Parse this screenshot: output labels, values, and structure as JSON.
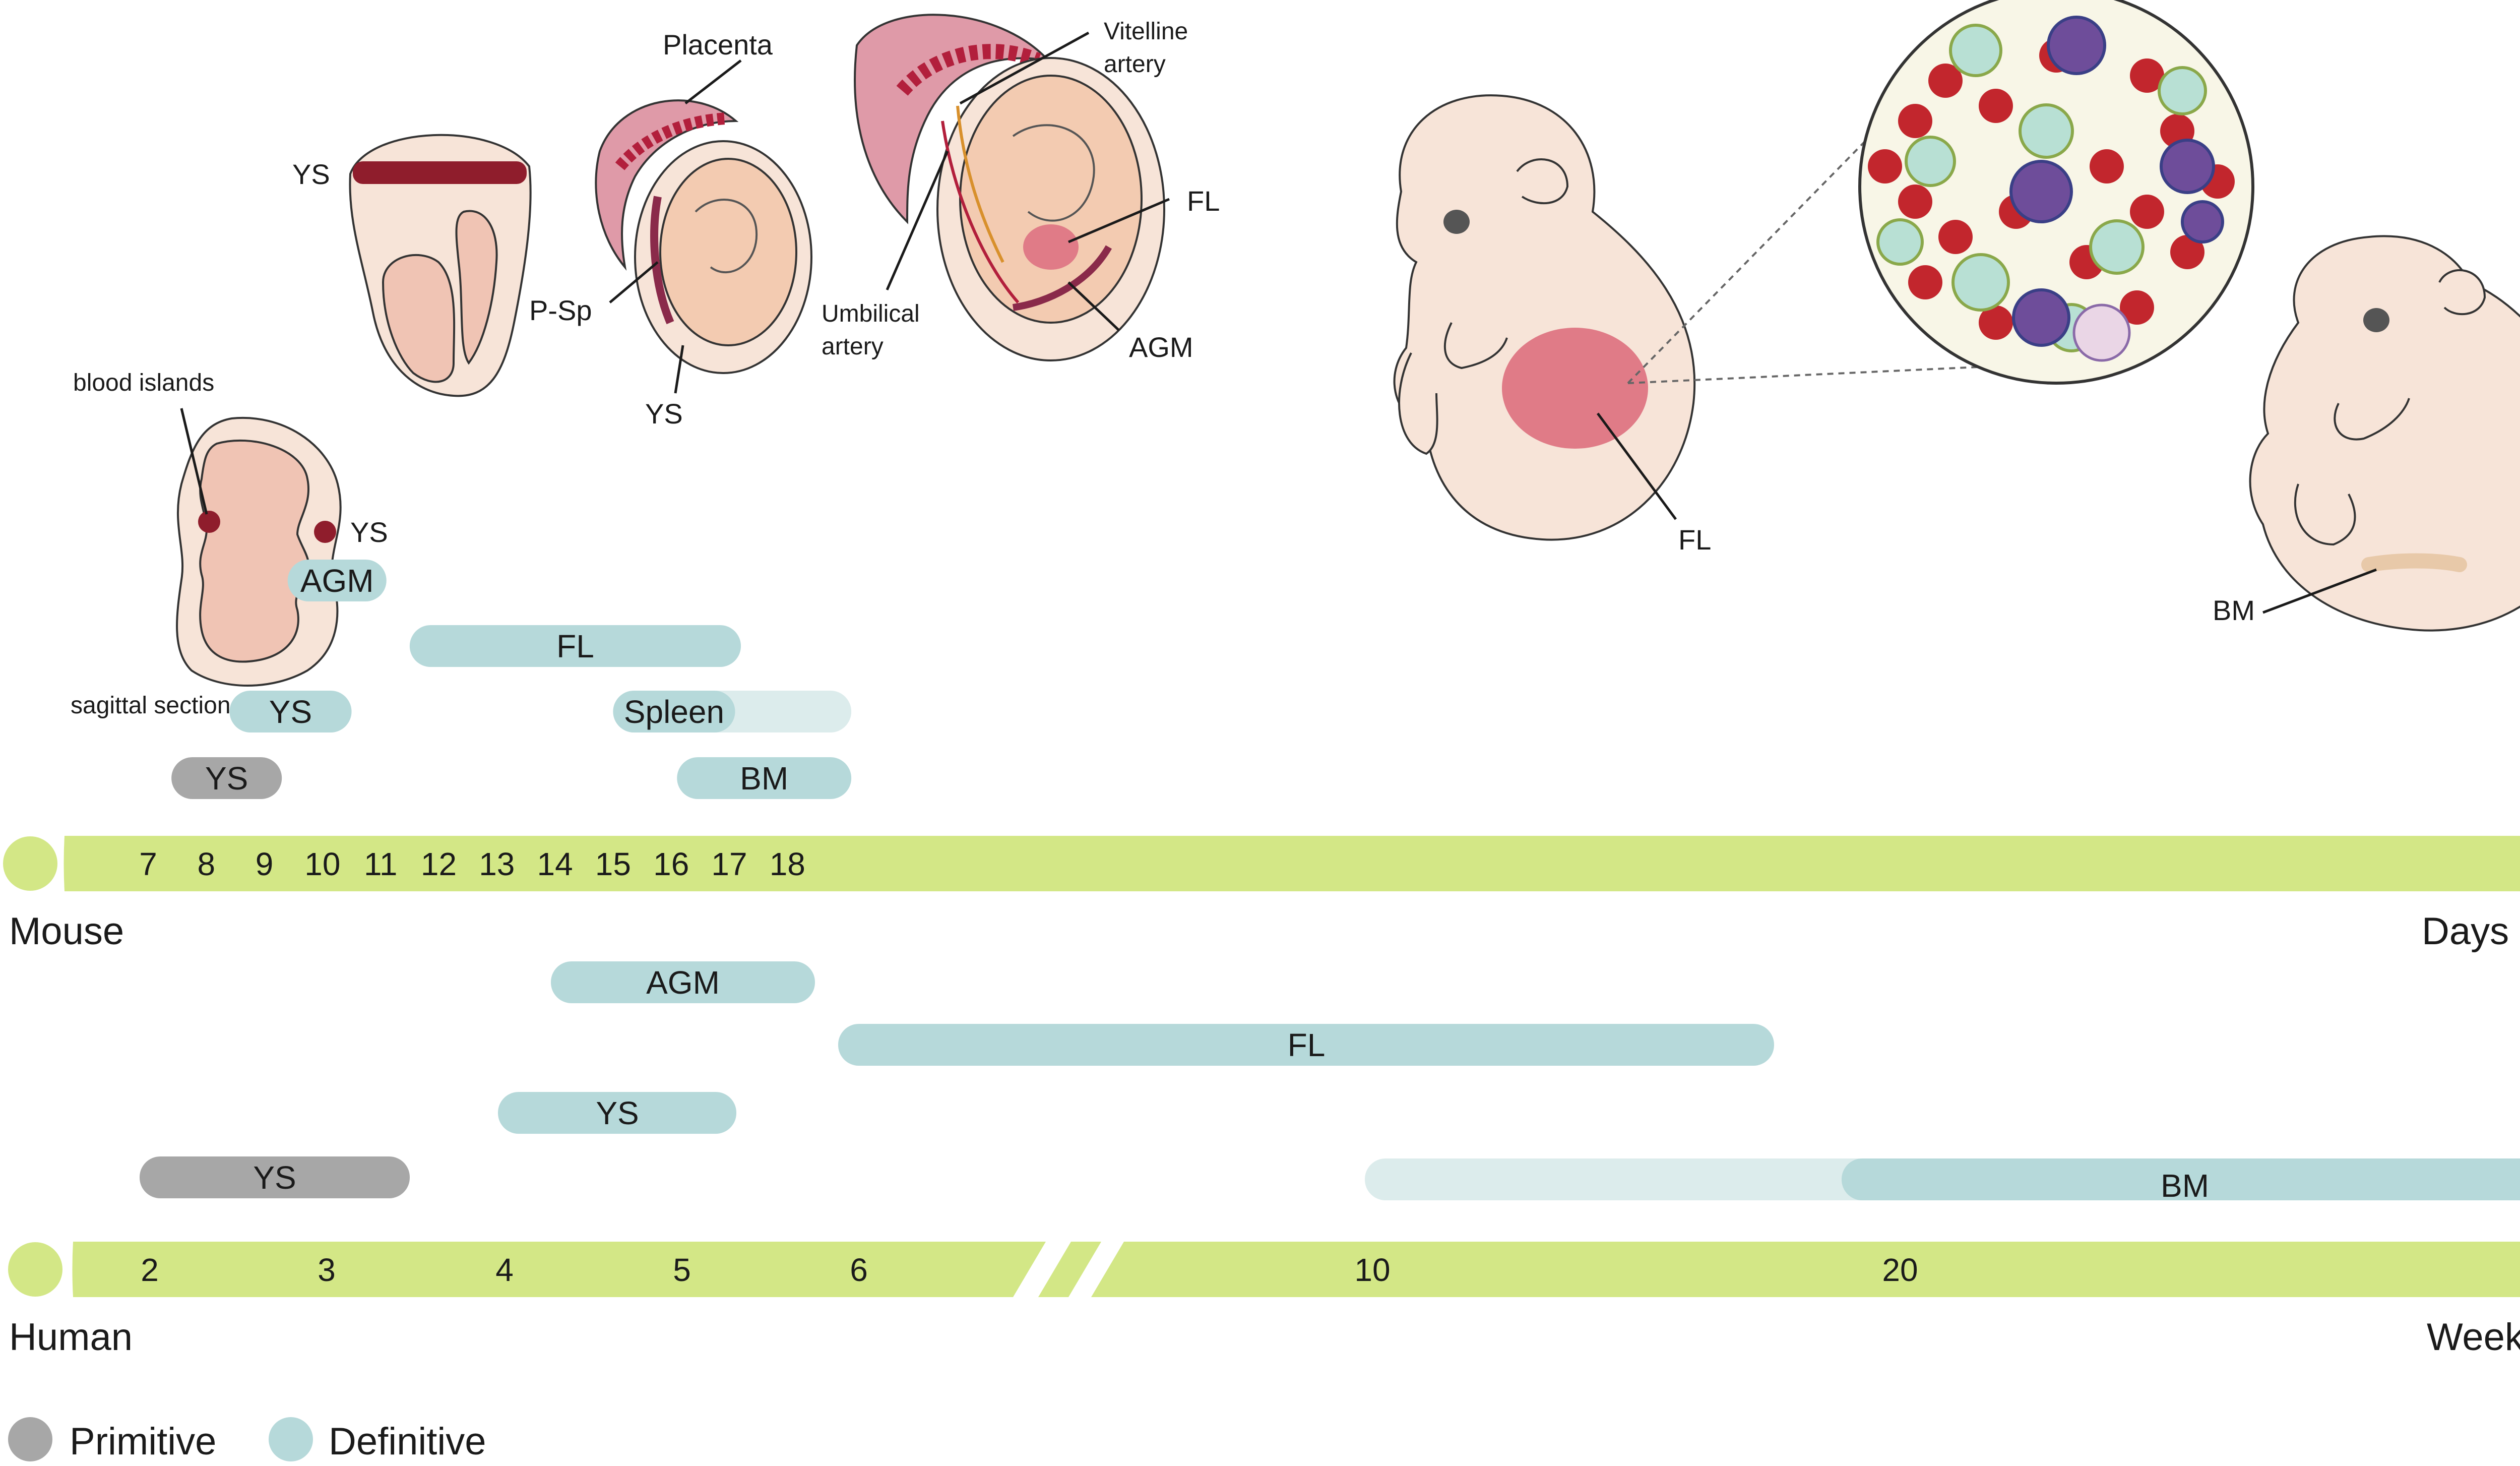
{
  "mouse": {
    "species": "Mouse",
    "unit": "Days",
    "ticks": [
      "7",
      "8",
      "9",
      "10",
      "11",
      "12",
      "13",
      "14",
      "15",
      "16",
      "17",
      "18"
    ],
    "bars": [
      {
        "label": "AGM",
        "kind": "definitive",
        "start": 9.4,
        "end": 11.1
      },
      {
        "label": "FL",
        "kind": "definitive",
        "start": 11.5,
        "end": 17.2
      },
      {
        "label": "Spleen",
        "kind": "definitive",
        "start": 15.0,
        "end": 19.1,
        "fade_from": 17.1
      },
      {
        "label": "BM",
        "kind": "definitive",
        "start": 16.1,
        "end": 19.1
      },
      {
        "label": "YS",
        "kind": "definitive",
        "start": 8.4,
        "end": 10.5
      },
      {
        "label": "YS",
        "kind": "primitive",
        "start": 7.4,
        "end": 9.3
      }
    ]
  },
  "human": {
    "species": "Human",
    "unit": "Weeks",
    "ticks": [
      "2",
      "3",
      "4",
      "5",
      "6",
      "10",
      "20"
    ],
    "bars": [
      {
        "label": "AGM",
        "kind": "definitive"
      },
      {
        "label": "FL",
        "kind": "definitive"
      },
      {
        "label": "YS",
        "kind": "definitive"
      },
      {
        "label": "YS",
        "kind": "primitive"
      },
      {
        "label": "BM",
        "kind": "definitive",
        "faded_lead": true
      }
    ]
  },
  "legend": {
    "primitive": "Primitive",
    "definitive": "Definitive"
  },
  "illustrations": {
    "sagittal": {
      "blood_islands": "blood islands",
      "ys": "YS",
      "caption": "sagittal section"
    },
    "e8": {
      "ys": "YS"
    },
    "e9": {
      "placenta": "Placenta",
      "psp": "P-Sp",
      "ys": "YS"
    },
    "e10": {
      "vitelline_line1": "Vitelline",
      "vitelline_line2": "artery",
      "fl": "FL",
      "umbilical_line1": "Umbilical",
      "umbilical_line2": "artery",
      "agm": "AGM"
    },
    "fetus": {
      "fl": "FL"
    },
    "newborn": {
      "bm": "BM"
    }
  },
  "colors": {
    "primitive": "#a7a7a7",
    "definitive": "#b6d9da",
    "definitive_faded": "#dcecec",
    "timeline": "#d3e786",
    "skin": "#f7e4d8",
    "embryo": "#f3cbb1",
    "placenta": "#df9aa8",
    "placenta_dark": "#b21f3c",
    "liver": "#e07b87"
  }
}
